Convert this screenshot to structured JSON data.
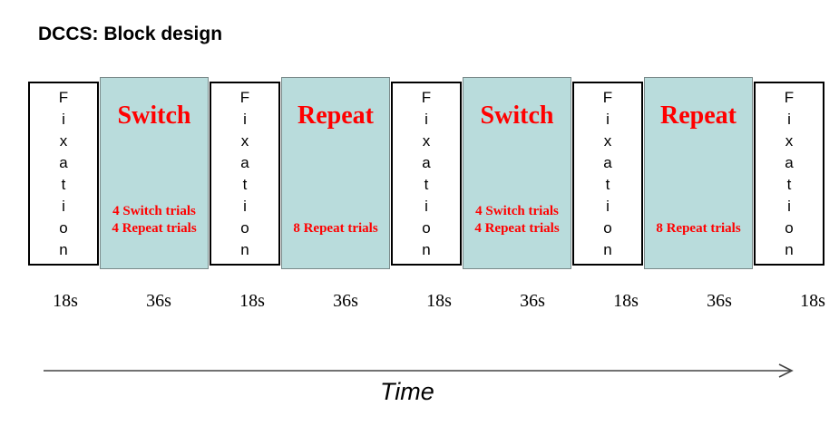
{
  "title": "DCCS: Block design",
  "colors": {
    "task_block_fill": "#b9dcdc",
    "task_text_red": "#ff0000",
    "fixation_fill": "#ffffff",
    "border_black": "#000000",
    "arrow_gray": "#444444"
  },
  "blocks": [
    {
      "type": "fixation",
      "label": "Fixation",
      "duration": "18s"
    },
    {
      "type": "task",
      "label": "Switch",
      "details": [
        "4 Switch trials",
        "4 Repeat trials"
      ],
      "duration": "36s"
    },
    {
      "type": "fixation",
      "label": "Fixation",
      "duration": "18s"
    },
    {
      "type": "task",
      "label": "Repeat",
      "details": [
        "8 Repeat trials"
      ],
      "duration": "36s"
    },
    {
      "type": "fixation",
      "label": "Fixation",
      "duration": "18s"
    },
    {
      "type": "task",
      "label": "Switch",
      "details": [
        "4 Switch trials",
        "4 Repeat trials"
      ],
      "duration": "36s"
    },
    {
      "type": "fixation",
      "label": "Fixation",
      "duration": "18s"
    },
    {
      "type": "task",
      "label": "Repeat",
      "details": [
        "8 Repeat trials"
      ],
      "duration": "36s"
    },
    {
      "type": "fixation",
      "label": "Fixation",
      "duration": "18s"
    }
  ],
  "time_axis": {
    "label": "Time"
  }
}
